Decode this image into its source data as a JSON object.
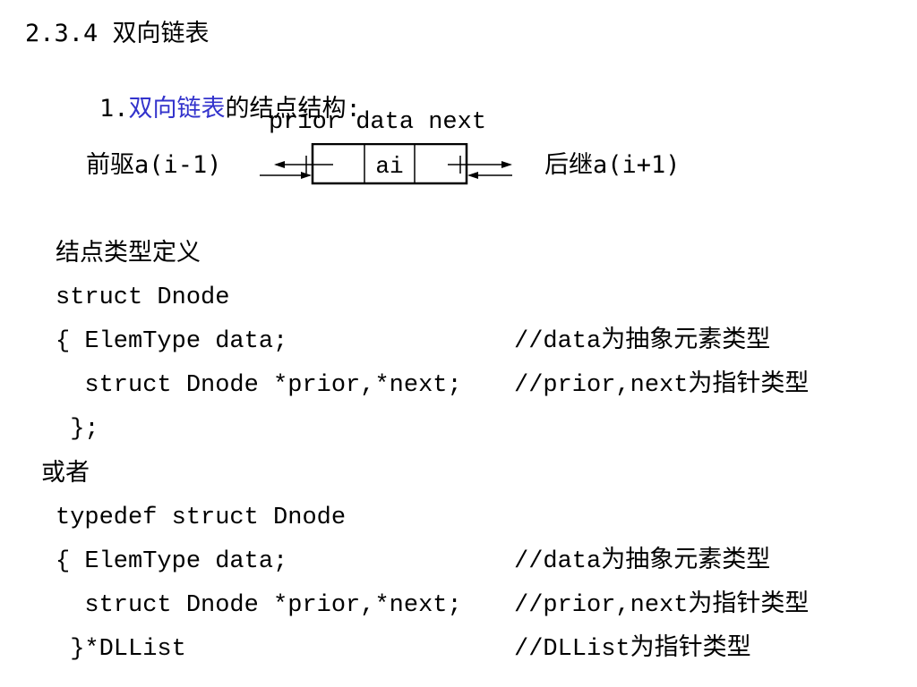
{
  "section": {
    "heading": "2.3.4 双向链表"
  },
  "subsection": {
    "number": "1.",
    "link_text": "双向链表",
    "rest": "的结点结构:"
  },
  "node_diagram": {
    "field_labels": "prior data next",
    "left_label": "前驱a(i-1)",
    "center_value": "ai",
    "right_label": "后继a(i+1)"
  },
  "definition": {
    "title": "结点类型定义",
    "block1": {
      "line1": "struct Dnode",
      "line2": "{ ElemType data;",
      "line2_comment": "//data为抽象元素类型",
      "line3": "  struct Dnode *prior,*next;",
      "line3_comment": "//prior,next为指针类型",
      "line4": " };"
    },
    "or_text": "或者",
    "block2": {
      "line1": "typedef struct Dnode",
      "line2": "{ ElemType data;",
      "line2_comment": "//data为抽象元素类型",
      "line3": "  struct Dnode *prior,*next;",
      "line3_comment": "//prior,next为指针类型",
      "line4": " }*DLList",
      "line4_comment": "//DLList为指针类型"
    }
  },
  "colors": {
    "text": "#000000",
    "link": "#3333cc",
    "background": "#ffffff"
  }
}
